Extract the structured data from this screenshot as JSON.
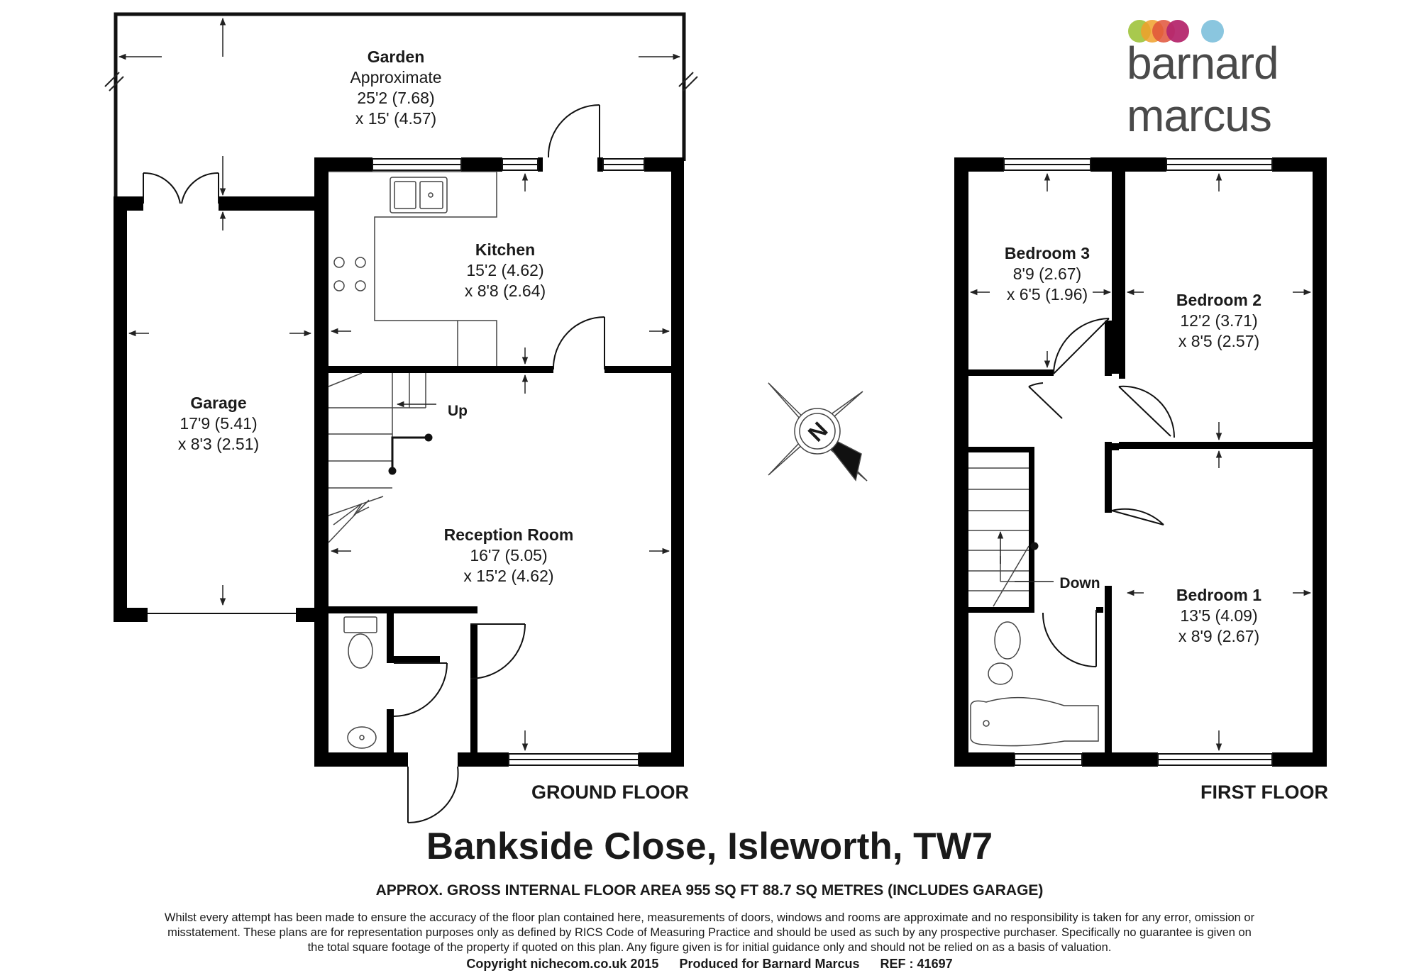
{
  "brand": {
    "name": "barnard marcus",
    "dot_colors": [
      "#a3c644",
      "#f0a02c",
      "#e0533a",
      "#b5286e",
      "#8ac6df"
    ]
  },
  "colors": {
    "wall": "#000000",
    "line": "#333333"
  },
  "rooms": {
    "garden": {
      "name": "Garden",
      "note": "Approximate",
      "dim1": "25'2 (7.68)",
      "dim2": "x 15' (4.57)"
    },
    "kitchen": {
      "name": "Kitchen",
      "dim1": "15'2 (4.62)",
      "dim2": "x 8'8 (2.64)"
    },
    "garage": {
      "name": "Garage",
      "dim1": "17'9 (5.41)",
      "dim2": "x 8'3 (2.51)"
    },
    "reception": {
      "name": "Reception Room",
      "dim1": "16'7 (5.05)",
      "dim2": "x 15'2 (4.62)"
    },
    "bedroom3": {
      "name": "Bedroom 3",
      "dim1": "8'9 (2.67)",
      "dim2": "x 6'5 (1.96)"
    },
    "bedroom2": {
      "name": "Bedroom 2",
      "dim1": "12'2 (3.71)",
      "dim2": "x 8'5 (2.57)"
    },
    "bedroom1": {
      "name": "Bedroom 1",
      "dim1": "13'5 (4.09)",
      "dim2": "x 8'9 (2.67)"
    }
  },
  "stairs": {
    "up": "Up",
    "down": "Down"
  },
  "compass": {
    "letter": "N"
  },
  "floors": {
    "ground": "GROUND FLOOR",
    "first": "FIRST FLOOR"
  },
  "title": "Bankside Close, Isleworth, TW7",
  "area": "APPROX. GROSS INTERNAL FLOOR AREA 955 SQ FT 88.7 SQ METRES (INCLUDES GARAGE)",
  "disclaimer": "Whilst every attempt has been made to ensure the accuracy of the floor plan contained here, measurements of doors, windows and rooms are approximate and no responsibility is taken for any error, omission or misstatement. These plans are for representation purposes only as defined by RICS Code of Measuring Practice and should be used as such by any prospective purchaser. Specifically no guarantee is given on the total square footage of the property if quoted on this plan. Any figure given is for initial guidance only and should not be relied on as a basis of valuation.",
  "footer": {
    "copyright": "Copyright nichecom.co.uk 2015",
    "produced": "Produced for Barnard Marcus",
    "ref": "REF : 41697"
  }
}
